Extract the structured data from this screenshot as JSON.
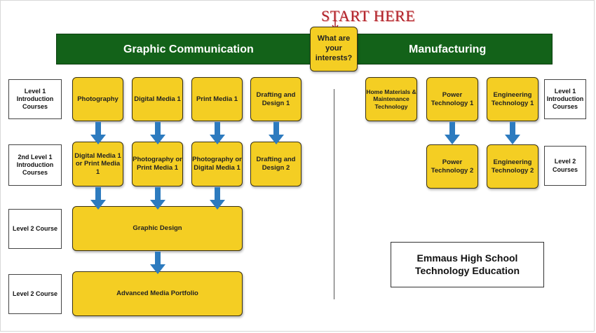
{
  "start_here": "START HERE",
  "question": "What are your interests?",
  "banner": {
    "left": "Graphic Communication",
    "right": "Manufacturing",
    "color": "#136219"
  },
  "colors": {
    "course_box": "#f4ce23",
    "arrow": "#2d7bbf",
    "start_text": "#b0232b"
  },
  "left_levels": [
    "Level 1 Introduction Courses",
    "2nd Level 1 Introduction Courses",
    "Level 2 Course",
    "Level 2 Course"
  ],
  "right_levels": [
    "Level 1 Introduction Courses",
    "Level 2 Courses"
  ],
  "graphic": {
    "row1": [
      "Photography",
      "Digital Media 1",
      "Print Media 1",
      "Drafting and Design 1"
    ],
    "row2": [
      "Digital Media 1 or Print Media 1",
      "Photography or Print Media 1",
      "Photography or Digital Media 1",
      "Drafting and Design 2"
    ],
    "graphic_design": "Graphic Design",
    "advanced_portfolio": "Advanced Media Portfolio"
  },
  "manufacturing": {
    "row1": [
      "Home Materials & Maintenance Technology",
      "Power Technology 1",
      "Engineering Technology 1"
    ],
    "row2": [
      "Power Technology 2",
      "Engineering Technology 2"
    ]
  },
  "school": "Emmaus High School Technology Education"
}
